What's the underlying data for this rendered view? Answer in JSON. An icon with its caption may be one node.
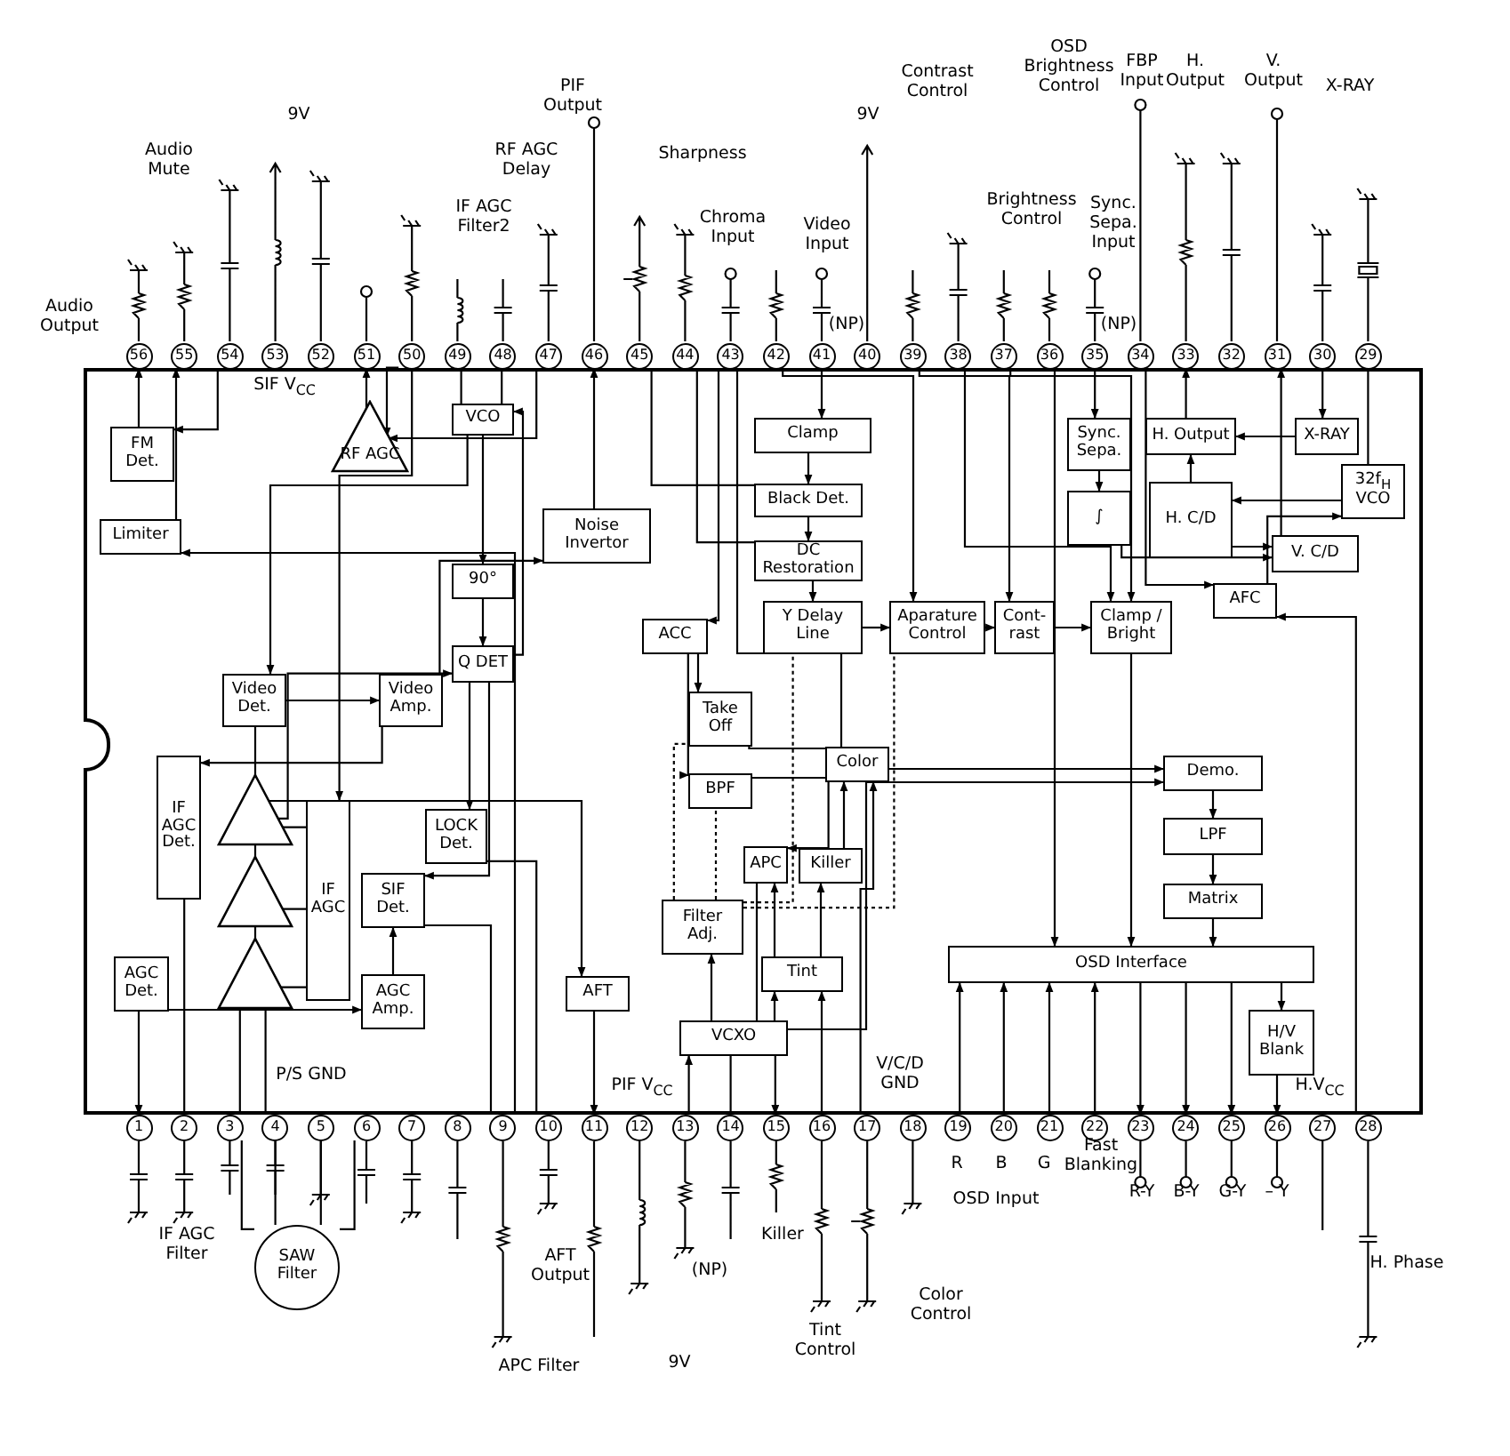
{
  "diagram": {
    "nodes": [
      {
        "text": [],
        "shape": "box"
      },
      {
        "text": [
          "56"
        ]
      },
      {
        "text": [
          "55"
        ]
      },
      {
        "text": [
          "54"
        ]
      },
      {
        "text": [
          "53"
        ]
      },
      {
        "text": [
          "52"
        ]
      },
      {
        "text": [
          "51"
        ]
      },
      {
        "text": [
          "50"
        ]
      },
      {
        "text": [
          "49"
        ]
      },
      {
        "text": [
          "48"
        ]
      },
      {
        "text": [
          "47"
        ]
      },
      {
        "text": [
          "46"
        ]
      },
      {
        "text": [
          "45"
        ]
      },
      {
        "text": [
          "44"
        ]
      },
      {
        "text": [
          "43"
        ]
      },
      {
        "text": [
          "42"
        ]
      },
      {
        "text": [
          "41"
        ]
      },
      {
        "text": [
          "40"
        ]
      },
      {
        "text": [
          "39"
        ]
      },
      {
        "text": [
          "38"
        ]
      },
      {
        "text": [
          "37"
        ]
      },
      {
        "text": [
          "36"
        ]
      },
      {
        "text": [
          "35"
        ]
      },
      {
        "text": [
          "34"
        ]
      },
      {
        "text": [
          "33"
        ]
      },
      {
        "text": [
          "32"
        ]
      },
      {
        "text": [
          "31"
        ]
      },
      {
        "text": [
          "30"
        ]
      },
      {
        "text": [
          "29"
        ]
      },
      {
        "text": [
          "FM Det."
        ],
        "in": 0
      },
      {
        "text": [
          "RF AGC"
        ],
        "in": 0
      },
      {
        "text": [
          "VCO"
        ],
        "in": 0
      },
      {
        "text": [
          "Clamp"
        ],
        "in": 0
      },
      {
        "text": [
          "Sync. Sepa."
        ],
        "in": 0
      },
      {
        "text": [
          "H. Output"
        ],
        "in": 0
      },
      {
        "text": [
          "X-RAY"
        ],
        "in": 0
      },
      {
        "text": [
          "Limiter"
        ],
        "in": 0
      },
      {
        "text": [
          "Black Det."
        ],
        "in": 0
      },
      {
        "text": [
          "32f$_{H}$ VCO"
        ],
        "in": 0
      },
      {
        "text": [
          "∫"
        ],
        "in": 0
      },
      {
        "text": [
          "H. C/D"
        ],
        "in": 0
      },
      {
        "text": [
          "Noise Invertor"
        ],
        "in": 0
      },
      {
        "text": [
          "DC Restoration"
        ],
        "in": 0
      },
      {
        "text": [
          "V. C/D"
        ],
        "in": 0
      },
      {
        "text": [
          "90°"
        ],
        "in": 0
      },
      {
        "text": [
          "AFC"
        ],
        "in": 0
      },
      {
        "text": [
          "Y Delay Line"
        ],
        "in": 0
      },
      {
        "text": [
          "Aparature Control"
        ],
        "in": 0
      },
      {
        "text": [
          "Cont- rast"
        ],
        "in": 0
      },
      {
        "text": [
          "Clamp / Bright"
        ],
        "in": 0
      },
      {
        "text": [
          "ACC"
        ],
        "in": 0
      },
      {
        "text": [
          "Q DET"
        ],
        "in": 0
      },
      {
        "text": [
          "Video Det."
        ],
        "in": 0
      },
      {
        "text": [
          "Video Amp."
        ],
        "in": 0
      },
      {
        "text": [
          "Take Off"
        ],
        "in": 0
      },
      {
        "text": [
          "Color"
        ],
        "in": 0
      },
      {
        "text": [
          "Demo."
        ],
        "in": 0
      },
      {
        "text": [
          "IF AGC Det."
        ],
        "in": 0
      },
      {
        "text": [],
        "shape": "triangle",
        "in": 0
      },
      {
        "text": [
          "BPF"
        ],
        "in": 0
      },
      {
        "text": [
          "IF AGC"
        ],
        "in": 0
      },
      {
        "text": [
          "LOCK Det."
        ],
        "in": 0
      },
      {
        "text": [
          "LPF"
        ],
        "in": 0
      },
      {
        "text": [],
        "shape": "triangle",
        "in": 0
      },
      {
        "text": [
          "APC"
        ],
        "in": 0
      },
      {
        "text": [
          "Killer"
        ],
        "in": 0
      },
      {
        "text": [
          "SIF Det."
        ],
        "in": 0
      },
      {
        "text": [
          "Matrix"
        ],
        "in": 0
      },
      {
        "text": [
          "Filter Adj."
        ],
        "in": 0
      },
      {
        "text": [],
        "shape": "triangle",
        "in": 0
      },
      {
        "text": [
          "AGC Det."
        ],
        "in": 0
      },
      {
        "text": [
          "OSD Interface"
        ],
        "in": 0
      },
      {
        "text": [
          "Tint"
        ],
        "in": 0
      },
      {
        "text": [
          "AGC Amp."
        ],
        "in": 0
      },
      {
        "text": [
          "AFT"
        ],
        "in": 0
      },
      {
        "text": [
          "H/V Blank"
        ],
        "in": 0
      },
      {
        "text": [
          "VCXO"
        ],
        "in": 0
      },
      {
        "text": [
          "1"
        ]
      },
      {
        "text": [
          "2"
        ]
      },
      {
        "text": [
          "3"
        ]
      },
      {
        "text": [
          "4"
        ]
      },
      {
        "text": [
          "5"
        ]
      },
      {
        "text": [
          "6"
        ]
      },
      {
        "text": [
          "7"
        ]
      },
      {
        "text": [
          "8"
        ]
      },
      {
        "text": [
          "9"
        ]
      },
      {
        "text": [
          "10"
        ]
      },
      {
        "text": [
          "11"
        ]
      },
      {
        "text": [
          "12"
        ]
      },
      {
        "text": [
          "13"
        ]
      },
      {
        "text": [
          "14"
        ]
      },
      {
        "text": [
          "15"
        ]
      },
      {
        "text": [
          "16"
        ]
      },
      {
        "text": [
          "17"
        ]
      },
      {
        "text": [
          "18"
        ]
      },
      {
        "text": [
          "19"
        ]
      },
      {
        "text": [
          "20"
        ]
      },
      {
        "text": [
          "21"
        ]
      },
      {
        "text": [
          "22"
        ]
      },
      {
        "text": [
          "23"
        ]
      },
      {
        "text": [
          "24"
        ]
      },
      {
        "text": [
          "25"
        ]
      },
      {
        "text": [
          "26"
        ]
      },
      {
        "text": [
          "27"
        ]
      },
      {
        "text": [
          "28"
        ]
      },
      {
        "text": [
          "SAW Filter"
        ]
      }
    ],
    "edges": [
      {
        "from": 29,
        "to": 1,
        "arrow": "to"
      },
      {
        "from": 36,
        "to": 2,
        "arrow": "to"
      },
      {
        "from": 3,
        "to": 29,
        "arrow": "to"
      },
      {
        "from": 85,
        "to": 36,
        "arrow": "to"
      },
      {
        "from": 70,
        "to": 77,
        "arrow": "to"
      },
      {
        "from": 30,
        "to": 6,
        "arrow": "to"
      },
      {
        "from": 10,
        "to": 30,
        "arrow": "to"
      },
      {
        "from": 7,
        "to": 30,
        "arrow": "to"
      },
      {
        "from": 7,
        "to": 60,
        "arrow": "to"
      },
      {
        "from": 8,
        "to": 31,
        "arrow": "none"
      },
      {
        "from": 9,
        "to": 31,
        "arrow": "none"
      },
      {
        "from": 31,
        "to": 44,
        "arrow": "to"
      },
      {
        "from": 44,
        "to": 51,
        "arrow": "to"
      },
      {
        "from": 51,
        "to": 31,
        "arrow": "to"
      },
      {
        "from": 31,
        "to": 52,
        "arrow": "to"
      },
      {
        "from": 52,
        "to": 53,
        "arrow": "to"
      },
      {
        "from": 53,
        "to": 41,
        "arrow": "to"
      },
      {
        "from": 41,
        "to": 11,
        "arrow": "to"
      },
      {
        "from": 53,
        "to": 57,
        "arrow": "to"
      },
      {
        "from": 57,
        "to": 78,
        "arrow": "none"
      },
      {
        "from": 79,
        "to": 69,
        "arrow": "none"
      },
      {
        "from": 80,
        "to": 69,
        "arrow": "none"
      },
      {
        "from": 69,
        "to": 63,
        "arrow": "none"
      },
      {
        "from": 63,
        "to": 58,
        "arrow": "none"
      },
      {
        "from": 58,
        "to": 52,
        "arrow": "none"
      },
      {
        "from": 58,
        "to": 51,
        "arrow": "to"
      },
      {
        "from": 60,
        "to": 58,
        "arrow": "none"
      },
      {
        "from": 60,
        "to": 63,
        "arrow": "none"
      },
      {
        "from": 60,
        "to": 69,
        "arrow": "none"
      },
      {
        "from": 70,
        "to": 73,
        "arrow": "to"
      },
      {
        "from": 73,
        "to": 66,
        "arrow": "to"
      },
      {
        "from": 51,
        "to": 61,
        "arrow": "to"
      },
      {
        "from": 51,
        "to": 66,
        "arrow": "to"
      },
      {
        "from": 61,
        "to": 86,
        "arrow": "none"
      },
      {
        "from": 66,
        "to": 85,
        "arrow": "none"
      },
      {
        "from": 58,
        "to": 74,
        "arrow": "to"
      },
      {
        "from": 74,
        "to": 87,
        "arrow": "to"
      },
      {
        "from": 16,
        "to": 32,
        "arrow": "to"
      },
      {
        "from": 32,
        "to": 37,
        "arrow": "to"
      },
      {
        "from": 37,
        "to": 42,
        "arrow": "to"
      },
      {
        "from": 42,
        "to": 46,
        "arrow": "to"
      },
      {
        "from": 46,
        "to": 47,
        "arrow": "to"
      },
      {
        "from": 47,
        "to": 48,
        "arrow": "to"
      },
      {
        "from": 48,
        "to": 49,
        "arrow": "to"
      },
      {
        "from": 15,
        "to": 47,
        "arrow": "to"
      },
      {
        "from": 18,
        "to": 48,
        "arrow": "to"
      },
      {
        "from": 19,
        "to": 49,
        "arrow": "to"
      },
      {
        "from": 20,
        "to": 49,
        "arrow": "to"
      },
      {
        "from": 12,
        "to": 37,
        "arrow": "none"
      },
      {
        "from": 13,
        "to": 42,
        "arrow": "none"
      },
      {
        "from": 49,
        "to": 71,
        "arrow": "to"
      },
      {
        "from": 21,
        "to": 71,
        "arrow": "to"
      },
      {
        "from": 22,
        "to": 33,
        "arrow": "to"
      },
      {
        "from": 33,
        "to": 39,
        "arrow": "to"
      },
      {
        "from": 39,
        "to": 43,
        "arrow": "to"
      },
      {
        "from": 40,
        "to": 43,
        "arrow": "to"
      },
      {
        "from": 38,
        "to": 40,
        "arrow": "to"
      },
      {
        "from": 40,
        "to": 34,
        "arrow": "to"
      },
      {
        "from": 35,
        "to": 34,
        "arrow": "to"
      },
      {
        "from": 34,
        "to": 24,
        "arrow": "to"
      },
      {
        "from": 27,
        "to": 35,
        "arrow": "to"
      },
      {
        "from": 43,
        "to": 26,
        "arrow": "to"
      },
      {
        "from": 45,
        "to": 38,
        "arrow": "to"
      },
      {
        "from": 23,
        "to": 45,
        "arrow": "to"
      },
      {
        "from": 104,
        "to": 45,
        "arrow": "to"
      },
      {
        "from": 28,
        "to": 38,
        "arrow": "none"
      },
      {
        "from": 56,
        "to": 62,
        "arrow": "to"
      },
      {
        "from": 62,
        "to": 67,
        "arrow": "to"
      },
      {
        "from": 67,
        "to": 71,
        "arrow": "to"
      },
      {
        "from": 55,
        "to": 56,
        "arrow": "to"
      },
      {
        "from": 76,
        "to": 56,
        "arrow": "to"
      },
      {
        "from": 71,
        "to": 75,
        "arrow": "to"
      },
      {
        "from": 75,
        "to": 102,
        "arrow": "to"
      },
      {
        "from": 71,
        "to": 99,
        "arrow": "to"
      },
      {
        "from": 71,
        "to": 100,
        "arrow": "to"
      },
      {
        "from": 71,
        "to": 101,
        "arrow": "to"
      },
      {
        "from": 95,
        "to": 71,
        "arrow": "to"
      },
      {
        "from": 96,
        "to": 71,
        "arrow": "to"
      },
      {
        "from": 97,
        "to": 71,
        "arrow": "to"
      },
      {
        "from": 98,
        "to": 71,
        "arrow": "to"
      },
      {
        "from": 14,
        "to": 50,
        "arrow": "to"
      },
      {
        "from": 50,
        "to": 54,
        "arrow": "to"
      },
      {
        "from": 50,
        "to": 59,
        "arrow": "to"
      },
      {
        "from": 54,
        "to": 55,
        "arrow": "none"
      },
      {
        "from": 59,
        "to": 55,
        "arrow": "none"
      },
      {
        "from": 14,
        "to": 55,
        "arrow": "none"
      },
      {
        "from": 55,
        "to": 64,
        "arrow": "to"
      },
      {
        "from": 65,
        "to": 55,
        "arrow": "to"
      },
      {
        "from": 72,
        "to": 64,
        "arrow": "to"
      },
      {
        "from": 72,
        "to": 65,
        "arrow": "to"
      },
      {
        "from": 64,
        "to": 76,
        "arrow": "none"
      },
      {
        "from": 76,
        "to": 72,
        "arrow": "to"
      },
      {
        "from": 76,
        "to": 91,
        "arrow": "to"
      },
      {
        "from": 76,
        "to": 68,
        "arrow": "to"
      },
      {
        "from": 89,
        "to": 76,
        "arrow": "to"
      },
      {
        "from": 92,
        "to": 72,
        "arrow": "to"
      },
      {
        "from": 93,
        "to": 55,
        "arrow": "to"
      },
      {
        "from": 90,
        "to": 76,
        "arrow": "none"
      },
      {
        "from": 68,
        "to": 46,
        "arrow": "none",
        "style": "dashed"
      },
      {
        "from": 68,
        "to": 47,
        "arrow": "none",
        "style": "dashed"
      },
      {
        "from": 68,
        "to": 54,
        "arrow": "none",
        "style": "dashed"
      },
      {
        "from": 68,
        "to": 59,
        "arrow": "none",
        "style": "dashed"
      },
      {
        "from": 79,
        "to": 105,
        "arrow": "none"
      },
      {
        "from": 80,
        "to": 105,
        "arrow": "none"
      },
      {
        "from": 81,
        "to": 105,
        "arrow": "none"
      },
      {
        "from": 82,
        "to": 105,
        "arrow": "none"
      }
    ],
    "labels": [
      "Audio Mute",
      "9V",
      "PIF Output",
      "Contrast Control",
      "OSD Brightness Control",
      "FBP Input",
      "H. Output",
      "V. Output",
      "X-RAY",
      "Sharpness",
      "9V",
      "RF AGC Delay",
      "Brightness Control",
      "Sync. Sepa. Input",
      "IF AGC Filter2",
      "Chroma Input",
      "Video Input",
      "Audio Output",
      "(NP)",
      "(NP)",
      "SIF V$_{CC}$",
      "P/S GND",
      "PIF V$_{CC}$",
      "V/C/D GND",
      "H.V$_{CC}$",
      "R",
      "B",
      "G",
      "Fast Blanking",
      "R-Y",
      "B-Y",
      "G-Y",
      "– Y",
      "Killer",
      "OSD Input",
      "IF AGC Filter",
      "AFT Output",
      "9V",
      "(NP)",
      "H. Phase",
      "Color Control",
      "Tint Control",
      "APC Filter"
    ]
  }
}
